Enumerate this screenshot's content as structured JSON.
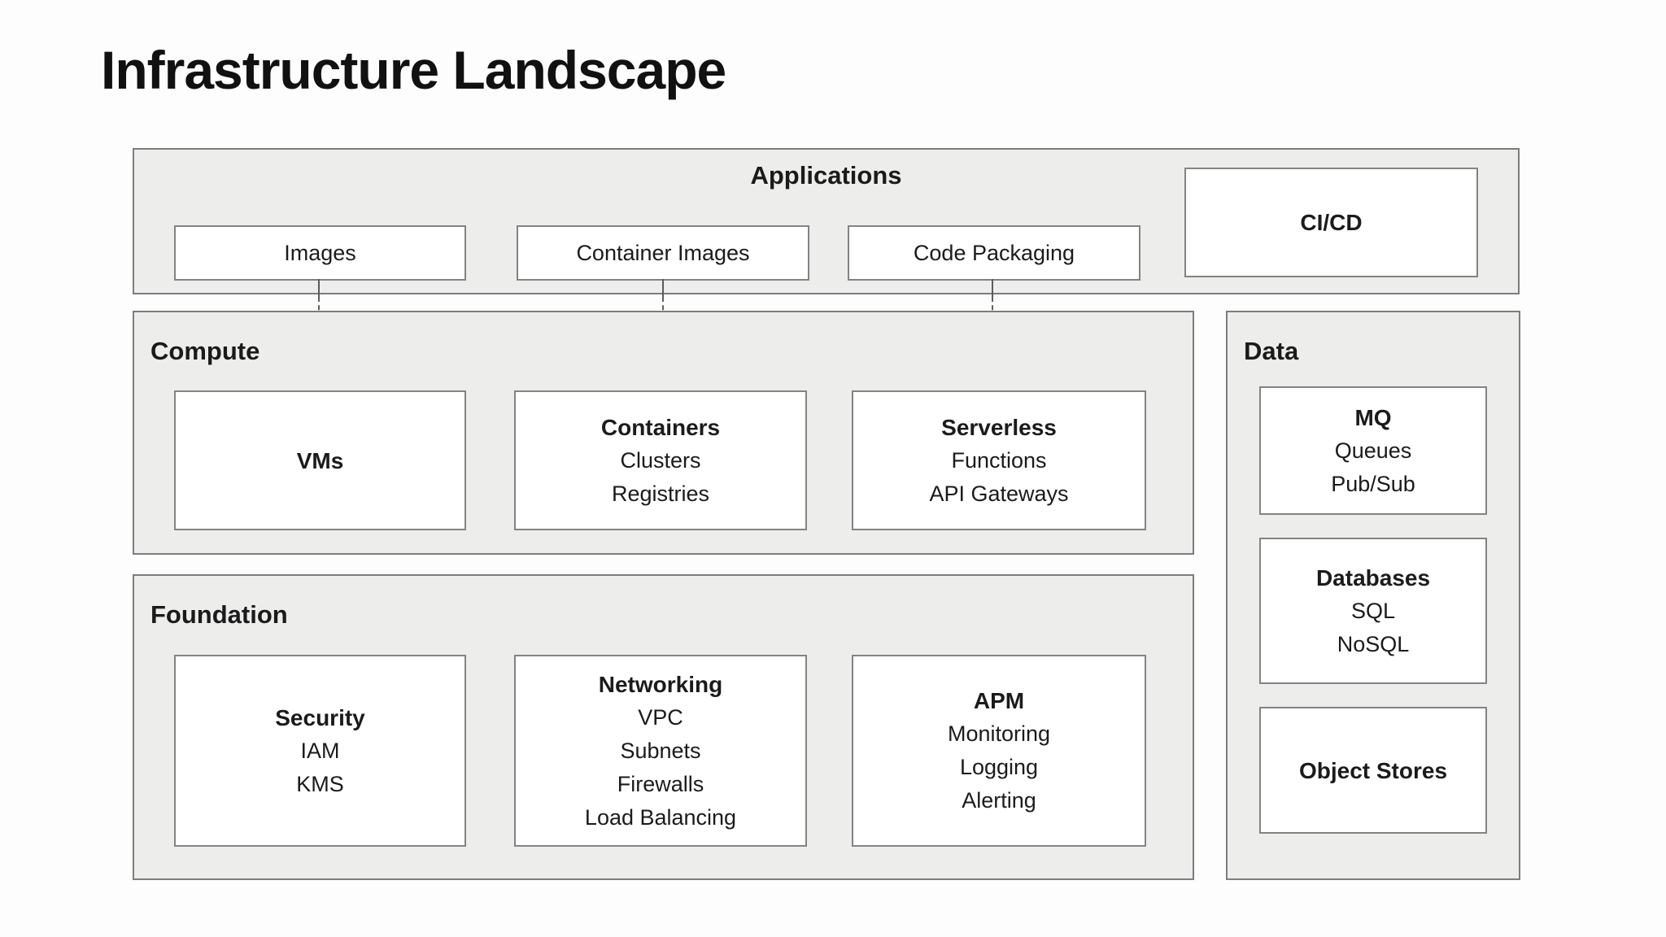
{
  "title": "Infrastructure Landscape",
  "colors": {
    "section_bg": "#ededec",
    "section_border": "#7d7d7d",
    "box_bg": "#ffffff",
    "box_border": "#838383",
    "text": "#1b1b1b",
    "connector": "#5a5a5a"
  },
  "sections": {
    "applications": {
      "label": "Applications",
      "boxes": [
        {
          "label": "Images"
        },
        {
          "label": "Container Images"
        },
        {
          "label": "Code Packaging"
        }
      ],
      "cicd": {
        "label": "CI/CD"
      }
    },
    "compute": {
      "label": "Compute",
      "boxes": [
        {
          "title": "VMs",
          "items": []
        },
        {
          "title": "Containers",
          "items": [
            "Clusters",
            "Registries"
          ]
        },
        {
          "title": "Serverless",
          "items": [
            "Functions",
            "API Gateways"
          ]
        }
      ]
    },
    "foundation": {
      "label": "Foundation",
      "boxes": [
        {
          "title": "Security",
          "items": [
            "IAM",
            "KMS"
          ]
        },
        {
          "title": "Networking",
          "items": [
            "VPC",
            "Subnets",
            "Firewalls",
            "Load Balancing"
          ]
        },
        {
          "title": "APM",
          "items": [
            "Monitoring",
            "Logging",
            "Alerting"
          ]
        }
      ]
    },
    "data": {
      "label": "Data",
      "boxes": [
        {
          "title": "MQ",
          "items": [
            "Queues",
            "Pub/Sub"
          ]
        },
        {
          "title": "Databases",
          "items": [
            "SQL",
            "NoSQL"
          ]
        },
        {
          "title": "Object Stores",
          "items": []
        }
      ]
    }
  },
  "connectors": [
    {
      "from": "Images",
      "to": "VMs",
      "style": "dashed-arrow"
    },
    {
      "from": "Container Images",
      "to": "Containers",
      "style": "dashed-arrow"
    },
    {
      "from": "Code Packaging",
      "to": "Serverless",
      "style": "dashed-arrow"
    }
  ]
}
